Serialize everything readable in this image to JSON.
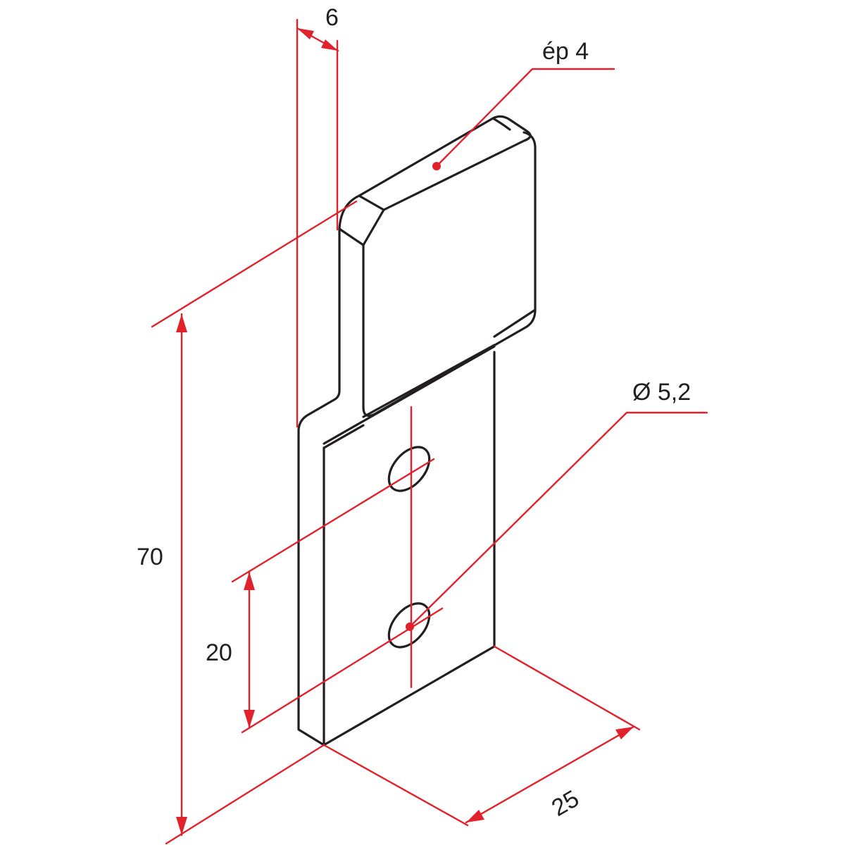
{
  "dimensions": {
    "offset": "6",
    "thickness": "ép 4",
    "hole_diameter": "Ø 5,2",
    "height": "70",
    "hole_spacing": "20",
    "width": "25"
  },
  "colors": {
    "outline": "#231f20",
    "dimension": "#e1212c"
  }
}
